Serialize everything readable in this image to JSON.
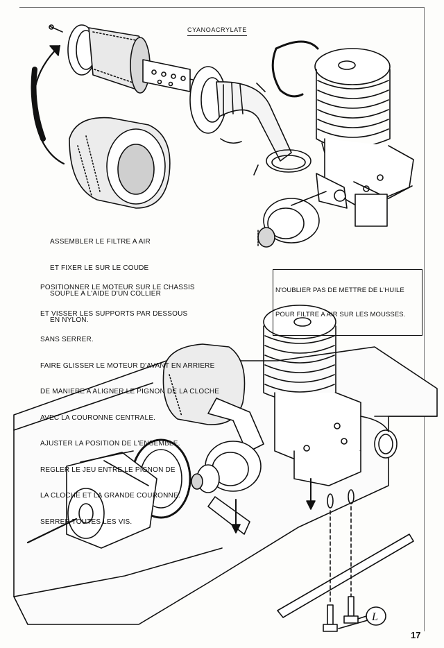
{
  "labels": {
    "cyanoacrylate": "CYANOACRYLATE",
    "filter_instructions": [
      "ASSEMBLER LE FILTRE A AIR",
      "ET FIXER LE SUR LE COUDE",
      "SOUPLE A L'AIDE D'UN COLLIER",
      "EN NYLON."
    ],
    "motor_instructions": [
      "POSITIONNER LE MOTEUR SUR LE CHASSIS",
      "ET VISSER LES SUPPORTS PAR DESSOUS",
      "SANS SERRER.",
      "FAIRE GLISSER LE MOTEUR D'AVANT EN ARRIERE",
      "DE MANIERE A ALIGNER LE PIGNON DE LA CLOCHE",
      "AVEC LA COURONNE CENTRALE.",
      "AJUSTER LA POSITION DE L'ENSEMBLE.",
      "REGLER LE JEU ENTRE LE PIGNON DE",
      "LA CLOCHE ET LA GRANDE COURONNE.",
      "SERRER TOUTES LES VIS."
    ],
    "oil_note": [
      "N'OUBLIER PAS DE METTRE DE L'HUILE",
      "POUR FILTRE A AIR SUR LES MOUSSES."
    ],
    "screw_callout": "L"
  },
  "page_number": "17"
}
